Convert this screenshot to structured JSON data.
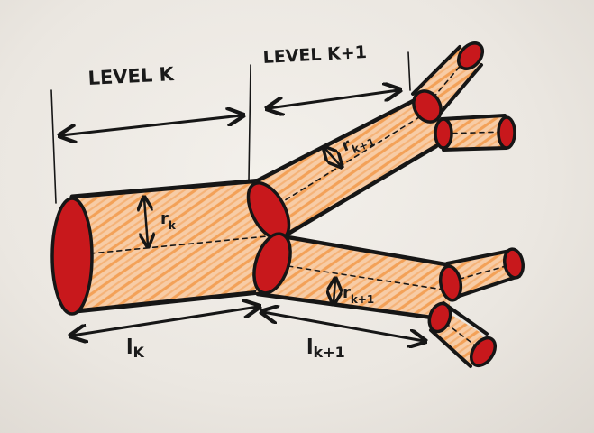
{
  "labels": {
    "level_k": "LEVEL K",
    "level_k1": "LEVEL K+1",
    "r_k": "r",
    "r_k_sub": "k",
    "r_k1_upper": "r",
    "r_k1_upper_sub": "k+1",
    "r_k1_lower": "r",
    "r_k1_lower_sub": "k+1",
    "l_k": "l",
    "l_k_sub": "K",
    "l_k1": "l",
    "l_k1_sub": "k+1"
  },
  "colors": {
    "paper": "#ece8e2",
    "vessel_fill": "#f7c9a0",
    "hatch": "#f29a4a",
    "cap_red": "#c8181c",
    "ink": "#161616"
  }
}
